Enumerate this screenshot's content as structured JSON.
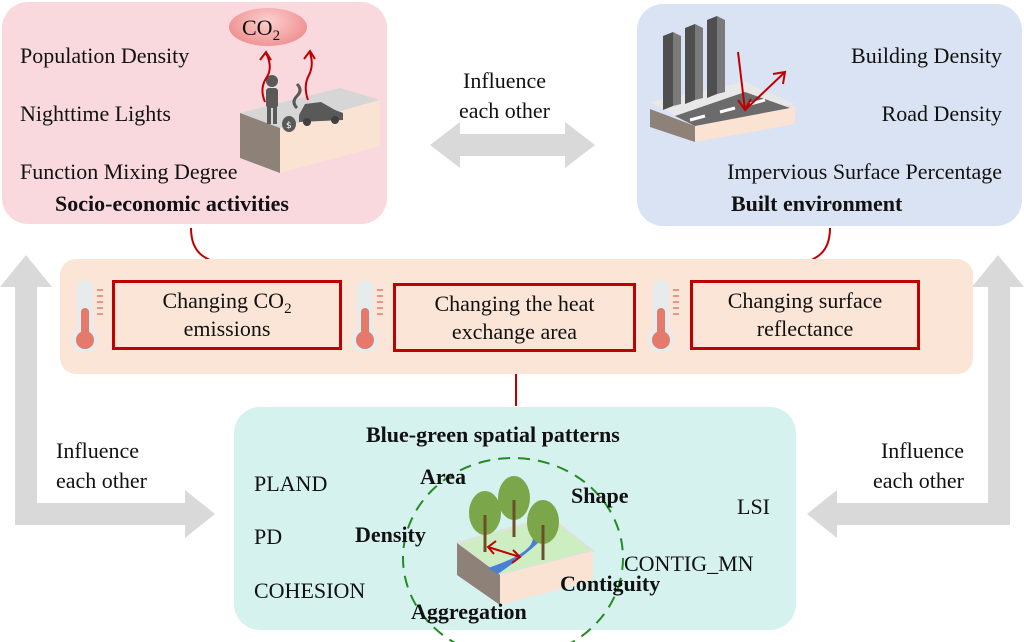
{
  "socio_economic": {
    "title": "Socio-economic activities",
    "indicators": [
      "Population Density",
      "Nighttime Lights",
      "Function Mixing Degree"
    ],
    "co2_cloud": {
      "text": "CO",
      "sub": "2"
    },
    "color": "#f9d9de"
  },
  "built_environment": {
    "title": "Built environment",
    "indicators": [
      "Building Density",
      "Road Density",
      "Impervious Surface Percentage"
    ],
    "color": "#dae3f3"
  },
  "mechanisms": {
    "color": "#fbe5d6",
    "border_color": "#c00000",
    "boxes": [
      {
        "line1": "Changing CO",
        "line1_sub": "2",
        "line2": "emissions"
      },
      {
        "line1": "Changing the heat",
        "line1_sub": "",
        "line2": "exchange area"
      },
      {
        "line1": "Changing surface",
        "line1_sub": "",
        "line2": "reflectance"
      }
    ]
  },
  "blue_green": {
    "title": "Blue-green spatial patterns",
    "color": "#d5f2ef",
    "left_metrics": [
      "PLAND",
      "PD",
      "COHESION"
    ],
    "right_metrics": [
      "LSI",
      "CONTIG_MN"
    ],
    "aspects": [
      "Area",
      "Shape",
      "Density",
      "Contiguity",
      "Aggregation"
    ]
  },
  "relations": {
    "top": {
      "line1": "Influence",
      "line2": "each other"
    },
    "left": {
      "line1": "Influence",
      "line2": "each other"
    },
    "right": {
      "line1": "Influence",
      "line2": "each other"
    }
  },
  "icons": {
    "socio": "person-car-money-emission-icon",
    "built": "buildings-road-reflection-icon",
    "bluegreen": "trees-river-icon",
    "thermometer": "thermometer-icon"
  }
}
